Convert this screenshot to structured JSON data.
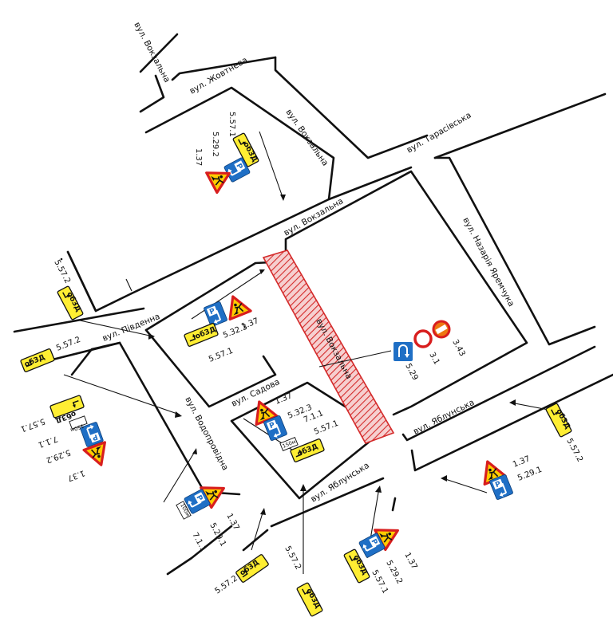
{
  "streets": {
    "vokzalna_nw": "вул. Вокзальна",
    "zhovtneva": "вул. Жовтнева",
    "vokzalna_ne": "вул. Вокзальна",
    "tarasivska": "вул. Тарасівська",
    "vokzalna_mid": "вул. Вокзальна",
    "nazariia": "вул. Назарія Яремчука",
    "pivdenna": "вул. Південна",
    "vokzalna_closed": "вул. Вокзальна",
    "sadova": "вул. Садова",
    "vodoprovidna": "вул. Водопровідна",
    "yablunska_e": "вул. Яблунська",
    "yablunska_s": "вул. Яблунська"
  },
  "sign_texts": {
    "detour": "обЗД",
    "dist_150": "150м",
    "dist_100": "100м",
    "parking": "P"
  },
  "sign_codes": {
    "g1": [
      "5.57.1",
      "5.29.2",
      "1.37"
    ],
    "g2": [
      "1.37",
      "5.32.3",
      "5.57.1"
    ],
    "g3": [
      "3.43",
      "3.1",
      "5.29"
    ],
    "g4": [
      "5.57.2"
    ],
    "g5": [
      "5.57.2"
    ],
    "g6": [
      "5.57.1",
      "7.1.1",
      "5.29.2",
      "1.37"
    ],
    "g7": [
      "1.37",
      "5.32.3",
      "7.1.1",
      "5.57.1"
    ],
    "g8": [
      "5.57.2"
    ],
    "g9": [
      "1.37",
      "5.29.1"
    ],
    "g10": [
      "1.37",
      "5.29.1",
      "7.1.1"
    ],
    "g11": [
      "5.57.2"
    ],
    "g12": [
      "5.57.2"
    ],
    "g13": [
      "1.37",
      "5.29.2",
      "5.57.1"
    ]
  },
  "colors": {
    "road": "#111111",
    "closure": "#d42a2a",
    "sign_blue": "#1f6fc5",
    "sign_yellow": "#ffee33",
    "warning_red": "#d81e1e",
    "prohibit_red": "#d81e1e",
    "prohibit_orange": "#ee7711"
  }
}
